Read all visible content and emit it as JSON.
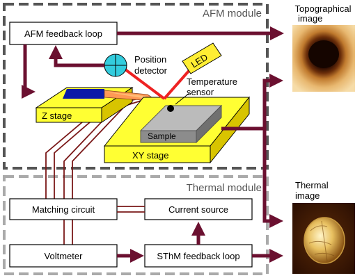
{
  "modules": {
    "afm_title": "AFM module",
    "thermal_title": "Thermal module"
  },
  "boxes": {
    "afm_feedback": "AFM feedback loop",
    "matching_circuit": "Matching circuit",
    "current_source": "Current source",
    "voltmeter": "Voltmeter",
    "sthm_feedback": "SThM feedback loop"
  },
  "parts": {
    "position_detector_line1": "Position",
    "position_detector_line2": "detector",
    "led": "LED",
    "temperature_sensor_line1": "Temperature",
    "temperature_sensor_line2": "sensor",
    "z_stage": "Z stage",
    "sample": "Sample",
    "xy_stage": "XY stage"
  },
  "images": {
    "topographical_line1": "Topographical",
    "topographical_line2": "image",
    "thermal_line1": "Thermal",
    "thermal_line2": "image"
  },
  "colors": {
    "arrow": "#6b1030",
    "dashed_border": "#555555",
    "stage_yellow": "#ffff33",
    "stage_yellow_dark": "#d8c400",
    "cantilever_blue": "#0a1aa8",
    "laser_red": "#ee2222",
    "detector_cyan": "#33ccdd",
    "led_yellow": "#ffee33",
    "wire": "#7a1818"
  }
}
